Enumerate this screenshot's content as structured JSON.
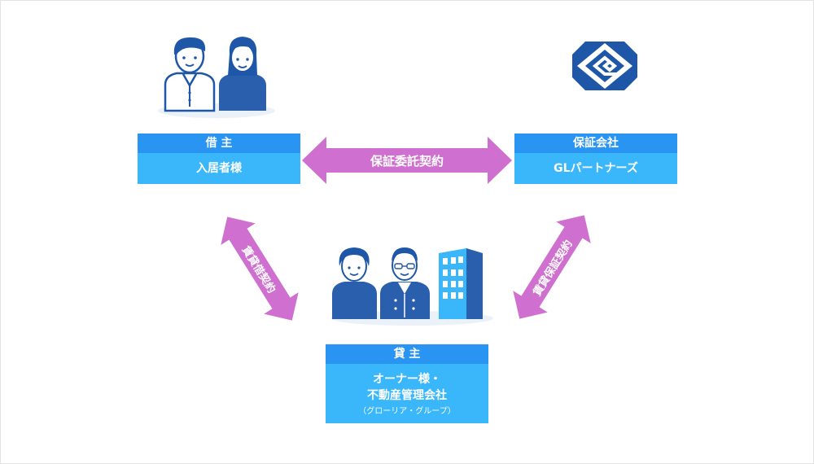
{
  "tenant": {
    "head": "借 主",
    "body": "入居者様"
  },
  "guarantor": {
    "head": "保証会社",
    "body": "GLパートナーズ"
  },
  "landlord": {
    "head": "貸 主",
    "body_line1": "オーナー様・",
    "body_line2": "不動産管理会社",
    "body_note": "（グローリア・グループ）"
  },
  "contracts": {
    "top": "保証委託契約",
    "left": "賃貸借契約",
    "right": "賃貸保証契約"
  },
  "colors": {
    "card_head": "#2a94f2",
    "card_body": "#3ab7fa",
    "arrow": "#cf6fcf",
    "person_fill": "#2a5fae",
    "building": "#3ab7fa"
  }
}
